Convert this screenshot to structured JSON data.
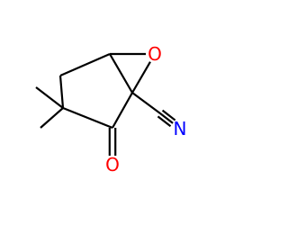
{
  "molecule": {
    "atoms": [
      {
        "id": "c5",
        "element": "C"
      },
      {
        "id": "c1",
        "element": "C"
      },
      {
        "id": "c2",
        "element": "C"
      },
      {
        "id": "c3",
        "element": "C"
      },
      {
        "id": "c4",
        "element": "C"
      },
      {
        "id": "o6",
        "element": "O",
        "label": "O"
      },
      {
        "id": "o_ketone",
        "element": "O",
        "label": "O"
      },
      {
        "id": "n_nitrile",
        "element": "N",
        "label": "N"
      },
      {
        "id": "c_nitrile",
        "element": "C"
      },
      {
        "id": "me1",
        "element": "C"
      },
      {
        "id": "me2",
        "element": "C"
      }
    ],
    "bonds": [
      {
        "from": "c5",
        "to": "c1",
        "order": 1
      },
      {
        "from": "c5",
        "to": "o6",
        "order": 1
      },
      {
        "from": "c1",
        "to": "o6",
        "order": 1
      },
      {
        "from": "c5",
        "to": "c4",
        "order": 1
      },
      {
        "from": "c4",
        "to": "c3",
        "order": 1
      },
      {
        "from": "c3",
        "to": "c2",
        "order": 1
      },
      {
        "from": "c2",
        "to": "c1",
        "order": 1
      },
      {
        "from": "c2",
        "to": "o_ketone",
        "order": 2
      },
      {
        "from": "c1",
        "to": "c_nitrile",
        "order": 1
      },
      {
        "from": "c_nitrile",
        "to": "n_nitrile",
        "order": 3
      },
      {
        "from": "c3",
        "to": "me1",
        "order": 1
      },
      {
        "from": "c3",
        "to": "me2",
        "order": 1
      }
    ],
    "colors": {
      "bond": "#000000",
      "oxygen": "#ff0000",
      "nitrogen": "#0000ff"
    }
  }
}
